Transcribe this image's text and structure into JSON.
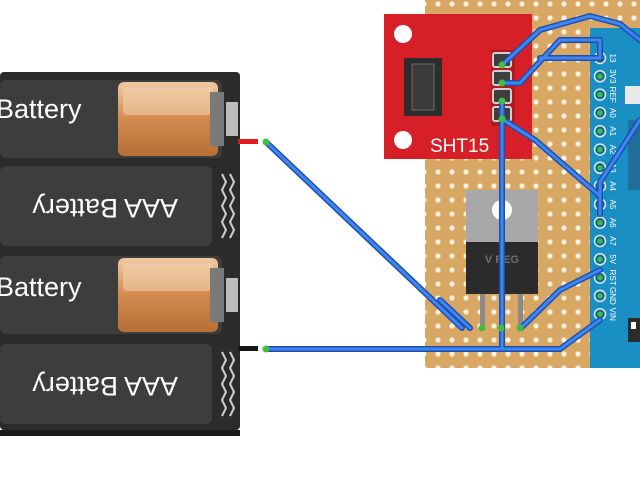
{
  "batteries": [
    {
      "label": "Battery",
      "flipped": false
    },
    {
      "label": "AAA Battery",
      "flipped": true
    },
    {
      "label": "Battery",
      "flipped": false
    },
    {
      "label": "AAA Battery",
      "flipped": true
    }
  ],
  "sensor": {
    "label": "SHT15"
  },
  "regulator": {
    "label": "V REG"
  },
  "arduino_pins": [
    "13",
    "3V3",
    "REF",
    "A0",
    "A1",
    "A2",
    "A3",
    "A4",
    "A5",
    "A6",
    "A7",
    "5V",
    "RST",
    "GND",
    "VIN"
  ],
  "colors": {
    "wire": "#2f6fd6",
    "pcb_red": "#d61f26",
    "perfboard": "#d9a764",
    "arduino": "#1a8fc4",
    "battery_black": "#2b2b2b",
    "battery_copper": "#d28a4e"
  }
}
